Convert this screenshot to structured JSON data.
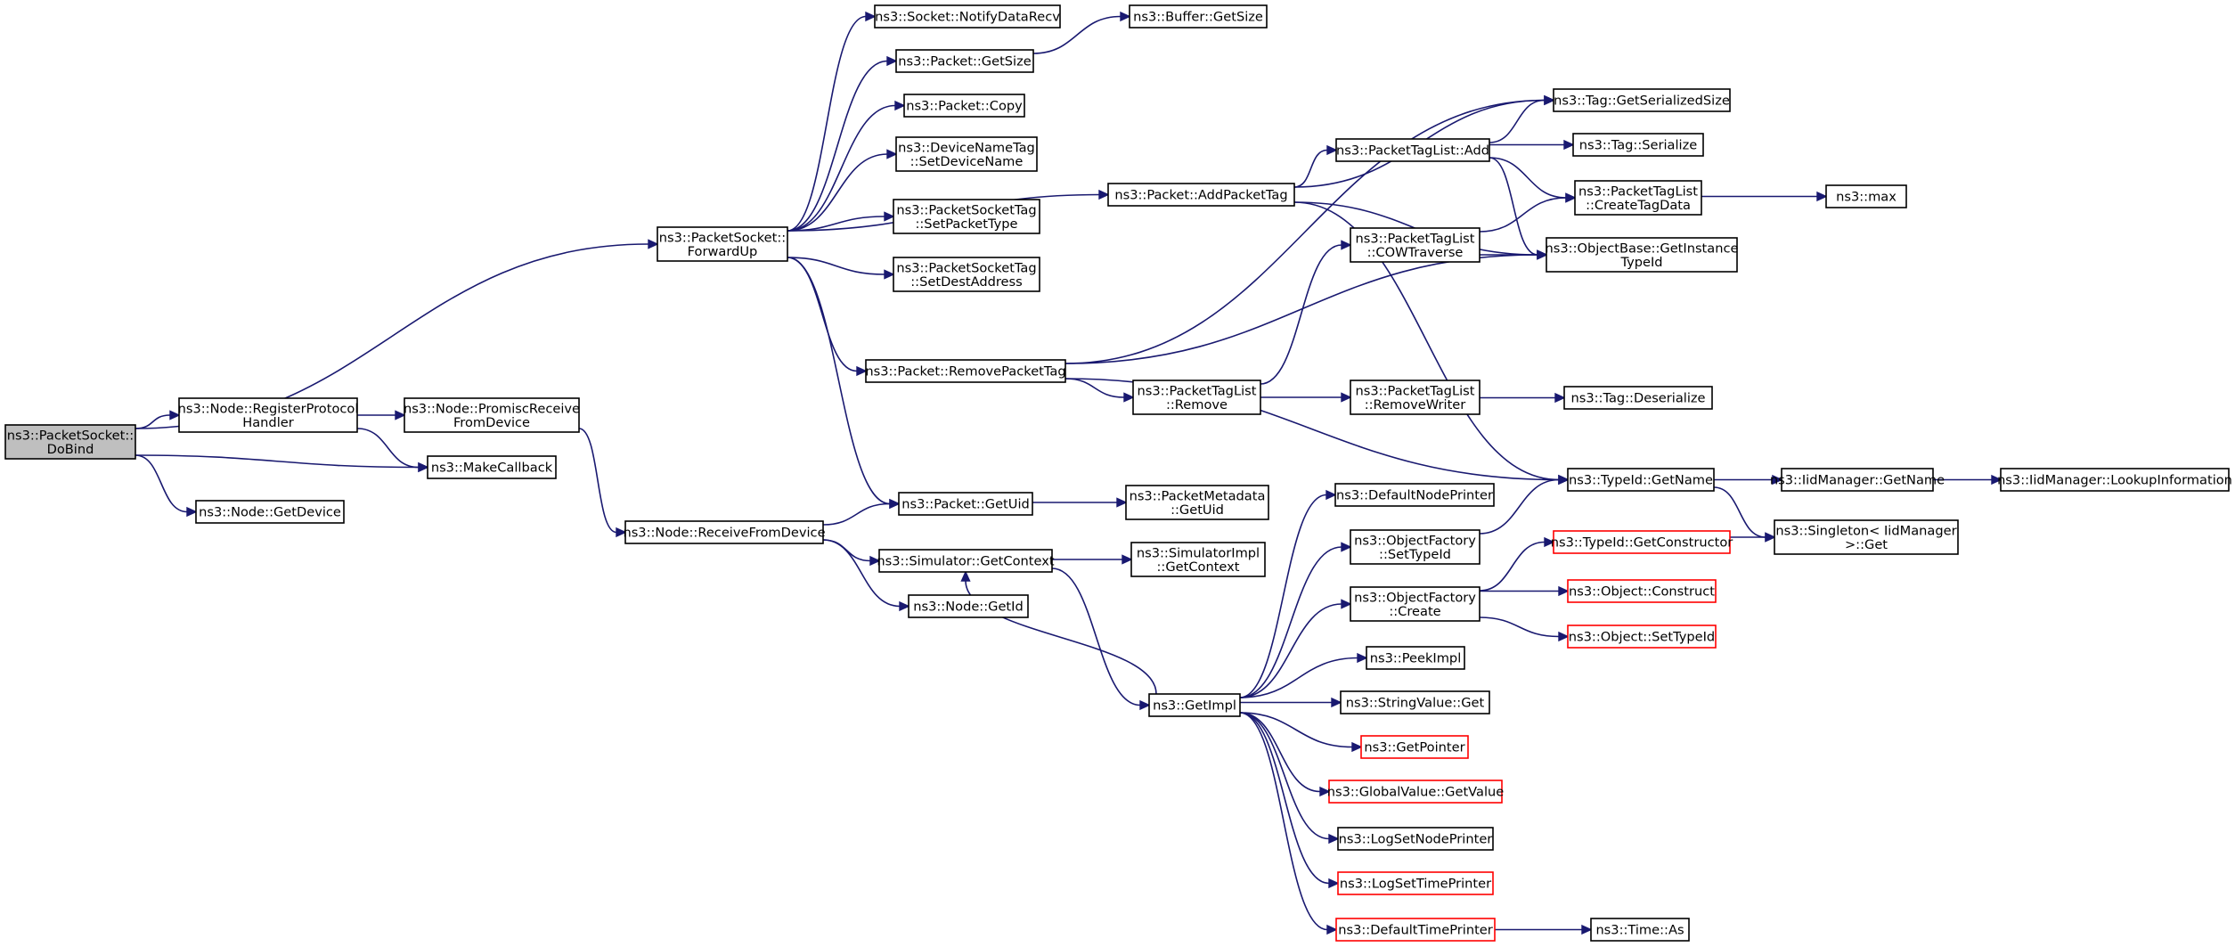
{
  "diagram": {
    "title": "",
    "colors": {
      "edge": "#191970",
      "node_border": "#000000",
      "truncated_border": "#ff0000",
      "root_fill": "#bfbfbf",
      "node_fill": "#ffffff"
    },
    "nodes": [
      {
        "id": "dobind",
        "lines": [
          "ns3::PacketSocket::",
          "DoBind"
        ],
        "root": true
      },
      {
        "id": "regproto",
        "lines": [
          "ns3::Node::RegisterProtocol",
          "Handler"
        ]
      },
      {
        "id": "getdevice",
        "lines": [
          "ns3::Node::GetDevice"
        ]
      },
      {
        "id": "promisc",
        "lines": [
          "ns3::Node::PromiscReceive",
          "FromDevice"
        ]
      },
      {
        "id": "makecb",
        "lines": [
          "ns3::MakeCallback"
        ]
      },
      {
        "id": "recvfromdev",
        "lines": [
          "ns3::Node::ReceiveFromDevice"
        ]
      },
      {
        "id": "forwardup",
        "lines": [
          "ns3::PacketSocket::",
          "ForwardUp"
        ]
      },
      {
        "id": "notify",
        "lines": [
          "ns3::Socket::NotifyDataRecv"
        ]
      },
      {
        "id": "pkt_getsize",
        "lines": [
          "ns3::Packet::GetSize"
        ]
      },
      {
        "id": "pkt_copy",
        "lines": [
          "ns3::Packet::Copy"
        ]
      },
      {
        "id": "devnametag",
        "lines": [
          "ns3::DeviceNameTag",
          "::SetDeviceName"
        ]
      },
      {
        "id": "pstag_type",
        "lines": [
          "ns3::PacketSocketTag",
          "::SetPacketType"
        ]
      },
      {
        "id": "pstag_dest",
        "lines": [
          "ns3::PacketSocketTag",
          "::SetDestAddress"
        ]
      },
      {
        "id": "removepkttag",
        "lines": [
          "ns3::Packet::RemovePacketTag"
        ]
      },
      {
        "id": "pkt_getuid",
        "lines": [
          "ns3::Packet::GetUid"
        ]
      },
      {
        "id": "sim_getctx",
        "lines": [
          "ns3::Simulator::GetContext"
        ]
      },
      {
        "id": "node_getid",
        "lines": [
          "ns3::Node::GetId"
        ]
      },
      {
        "id": "buf_getsize",
        "lines": [
          "ns3::Buffer::GetSize"
        ]
      },
      {
        "id": "addpkttag",
        "lines": [
          "ns3::Packet::AddPacketTag"
        ]
      },
      {
        "id": "ptl_remove",
        "lines": [
          "ns3::PacketTagList",
          "::Remove"
        ]
      },
      {
        "id": "pmeta_getuid",
        "lines": [
          "ns3::PacketMetadata",
          "::GetUid"
        ]
      },
      {
        "id": "simimpl_getctx",
        "lines": [
          "ns3::SimulatorImpl",
          "::GetContext"
        ]
      },
      {
        "id": "getimpl",
        "lines": [
          "ns3::GetImpl"
        ]
      },
      {
        "id": "ptl_add",
        "lines": [
          "ns3::PacketTagList::Add"
        ]
      },
      {
        "id": "ptl_cow",
        "lines": [
          "ns3::PacketTagList",
          "::COWTraverse"
        ]
      },
      {
        "id": "ptl_removewriter",
        "lines": [
          "ns3::PacketTagList",
          "::RemoveWriter"
        ]
      },
      {
        "id": "defnodeprinter",
        "lines": [
          "ns3::DefaultNodePrinter"
        ]
      },
      {
        "id": "objfact_settid",
        "lines": [
          "ns3::ObjectFactory",
          "::SetTypeId"
        ]
      },
      {
        "id": "objfact_create",
        "lines": [
          "ns3::ObjectFactory",
          "::Create"
        ]
      },
      {
        "id": "peekimpl",
        "lines": [
          "ns3::PeekImpl"
        ]
      },
      {
        "id": "strval_get",
        "lines": [
          "ns3::StringValue::Get"
        ]
      },
      {
        "id": "getpointer",
        "lines": [
          "ns3::GetPointer"
        ],
        "truncated": true
      },
      {
        "id": "gv_getvalue",
        "lines": [
          "ns3::GlobalValue::GetValue"
        ],
        "truncated": true
      },
      {
        "id": "logsetnodeprinter",
        "lines": [
          "ns3::LogSetNodePrinter"
        ]
      },
      {
        "id": "logsettimeprinter",
        "lines": [
          "ns3::LogSetTimePrinter"
        ],
        "truncated": true
      },
      {
        "id": "deftimeprinter",
        "lines": [
          "ns3::DefaultTimePrinter"
        ],
        "truncated": true
      },
      {
        "id": "tag_getser",
        "lines": [
          "ns3::Tag::GetSerializedSize"
        ]
      },
      {
        "id": "tag_serialize",
        "lines": [
          "ns3::Tag::Serialize"
        ]
      },
      {
        "id": "ptl_createtag",
        "lines": [
          "ns3::PacketTagList",
          "::CreateTagData"
        ]
      },
      {
        "id": "objbase_gettid",
        "lines": [
          "ns3::ObjectBase::GetInstance",
          "TypeId"
        ]
      },
      {
        "id": "tag_deser",
        "lines": [
          "ns3::Tag::Deserialize"
        ]
      },
      {
        "id": "typeid_getname",
        "lines": [
          "ns3::TypeId::GetName"
        ]
      },
      {
        "id": "typeid_getctor",
        "lines": [
          "ns3::TypeId::GetConstructor"
        ],
        "truncated": true
      },
      {
        "id": "obj_construct",
        "lines": [
          "ns3::Object::Construct"
        ],
        "truncated": true
      },
      {
        "id": "obj_settid",
        "lines": [
          "ns3::Object::SetTypeId"
        ],
        "truncated": true
      },
      {
        "id": "time_as",
        "lines": [
          "ns3::Time::As"
        ]
      },
      {
        "id": "max",
        "lines": [
          "ns3::max"
        ]
      },
      {
        "id": "iid_getname",
        "lines": [
          "ns3::IidManager::GetName"
        ]
      },
      {
        "id": "singleton_get",
        "lines": [
          "ns3::Singleton< IidManager",
          " >::Get"
        ]
      },
      {
        "id": "iid_lookup",
        "lines": [
          "ns3::IidManager::LookupInformation"
        ]
      }
    ],
    "edges": [
      [
        "dobind",
        "forwardup"
      ],
      [
        "dobind",
        "regproto"
      ],
      [
        "dobind",
        "makecb"
      ],
      [
        "dobind",
        "getdevice"
      ],
      [
        "regproto",
        "promisc"
      ],
      [
        "regproto",
        "makecb"
      ],
      [
        "promisc",
        "recvfromdev"
      ],
      [
        "recvfromdev",
        "pkt_getuid"
      ],
      [
        "recvfromdev",
        "sim_getctx"
      ],
      [
        "recvfromdev",
        "node_getid"
      ],
      [
        "forwardup",
        "notify"
      ],
      [
        "forwardup",
        "pkt_getsize"
      ],
      [
        "forwardup",
        "pkt_copy"
      ],
      [
        "forwardup",
        "devnametag"
      ],
      [
        "forwardup",
        "pstag_type"
      ],
      [
        "forwardup",
        "pstag_dest"
      ],
      [
        "forwardup",
        "addpkttag"
      ],
      [
        "forwardup",
        "removepkttag"
      ],
      [
        "forwardup",
        "pkt_getuid"
      ],
      [
        "pkt_getsize",
        "buf_getsize"
      ],
      [
        "pkt_getuid",
        "pmeta_getuid"
      ],
      [
        "sim_getctx",
        "simimpl_getctx"
      ],
      [
        "sim_getctx",
        "getimpl"
      ],
      [
        "removepkttag",
        "tag_getser"
      ],
      [
        "removepkttag",
        "objbase_gettid"
      ],
      [
        "removepkttag",
        "ptl_remove"
      ],
      [
        "removepkttag",
        "typeid_getname"
      ],
      [
        "addpkttag",
        "tag_getser"
      ],
      [
        "addpkttag",
        "ptl_add"
      ],
      [
        "addpkttag",
        "objbase_gettid"
      ],
      [
        "addpkttag",
        "typeid_getname"
      ],
      [
        "ptl_add",
        "tag_getser"
      ],
      [
        "ptl_add",
        "tag_serialize"
      ],
      [
        "ptl_add",
        "ptl_createtag"
      ],
      [
        "ptl_add",
        "objbase_gettid"
      ],
      [
        "ptl_cow",
        "ptl_createtag"
      ],
      [
        "ptl_cow",
        "objbase_gettid"
      ],
      [
        "ptl_remove",
        "ptl_cow"
      ],
      [
        "ptl_remove",
        "ptl_removewriter"
      ],
      [
        "ptl_removewriter",
        "tag_deser"
      ],
      [
        "ptl_createtag",
        "max"
      ],
      [
        "getimpl",
        "sim_getctx"
      ],
      [
        "getimpl",
        "defnodeprinter"
      ],
      [
        "getimpl",
        "objfact_settid"
      ],
      [
        "getimpl",
        "objfact_create"
      ],
      [
        "getimpl",
        "peekimpl"
      ],
      [
        "getimpl",
        "strval_get"
      ],
      [
        "getimpl",
        "getpointer"
      ],
      [
        "getimpl",
        "gv_getvalue"
      ],
      [
        "getimpl",
        "logsetnodeprinter"
      ],
      [
        "getimpl",
        "logsettimeprinter"
      ],
      [
        "getimpl",
        "deftimeprinter"
      ],
      [
        "objfact_settid",
        "typeid_getname"
      ],
      [
        "objfact_create",
        "typeid_getctor"
      ],
      [
        "objfact_create",
        "obj_construct"
      ],
      [
        "objfact_create",
        "obj_settid"
      ],
      [
        "typeid_getname",
        "iid_getname"
      ],
      [
        "typeid_getname",
        "singleton_get"
      ],
      [
        "typeid_getctor",
        "singleton_get"
      ],
      [
        "iid_getname",
        "iid_lookup"
      ],
      [
        "deftimeprinter",
        "time_as"
      ]
    ]
  }
}
